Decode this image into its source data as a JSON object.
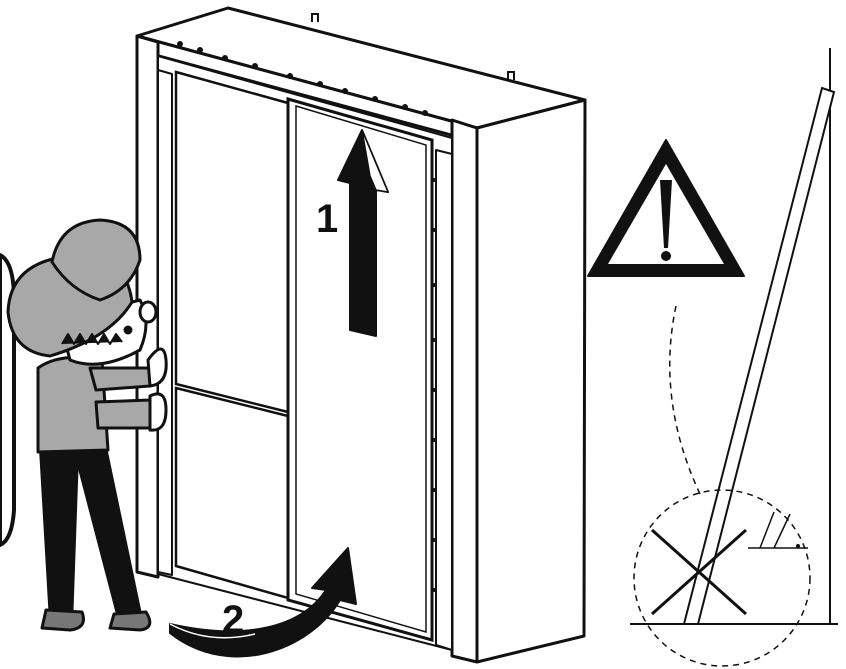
{
  "steps": [
    {
      "number": "1",
      "action": "lift-door-up"
    },
    {
      "number": "2",
      "action": "swing-door-bottom-in"
    }
  ],
  "icons": {
    "warning": "warning-triangle-icon",
    "no": "cross-mark-icon"
  },
  "colors": {
    "ink": "#111111",
    "paper": "#ffffff",
    "figure_gray": "#a8a8a8",
    "figure_dark": "#111111"
  }
}
